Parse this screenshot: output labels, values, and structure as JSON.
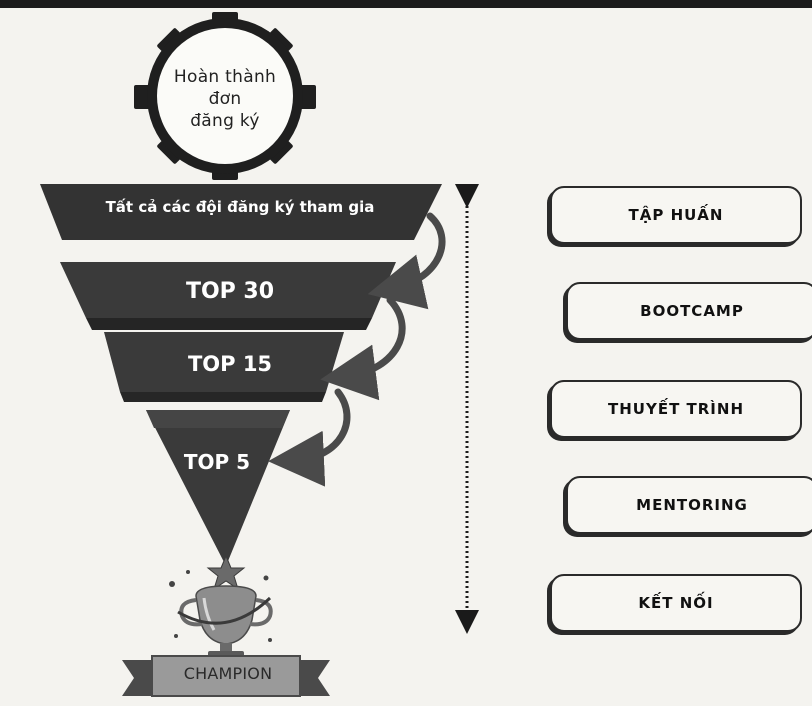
{
  "gear": {
    "line1": "Hoàn thành",
    "line2": "đơn",
    "line3": "đăng ký"
  },
  "funnel": {
    "stages": [
      {
        "label": "Tất cả các đội đăng ký tham gia"
      },
      {
        "label": "TOP 30"
      },
      {
        "label": "TOP 15"
      },
      {
        "label": "TOP 5"
      }
    ]
  },
  "trophy": {
    "banner": "CHAMPION"
  },
  "activities": [
    {
      "label": "TẬP HUẤN"
    },
    {
      "label": "BOOTCAMP"
    },
    {
      "label": "THUYẾT TRÌNH"
    },
    {
      "label": "MENTORING"
    },
    {
      "label": "KẾT NỐI"
    }
  ],
  "colors": {
    "band_dark": "#3b3b3b",
    "band_darker": "#2b2b2b",
    "outline": "#1e1e1e",
    "background": "#f4f3ef"
  }
}
